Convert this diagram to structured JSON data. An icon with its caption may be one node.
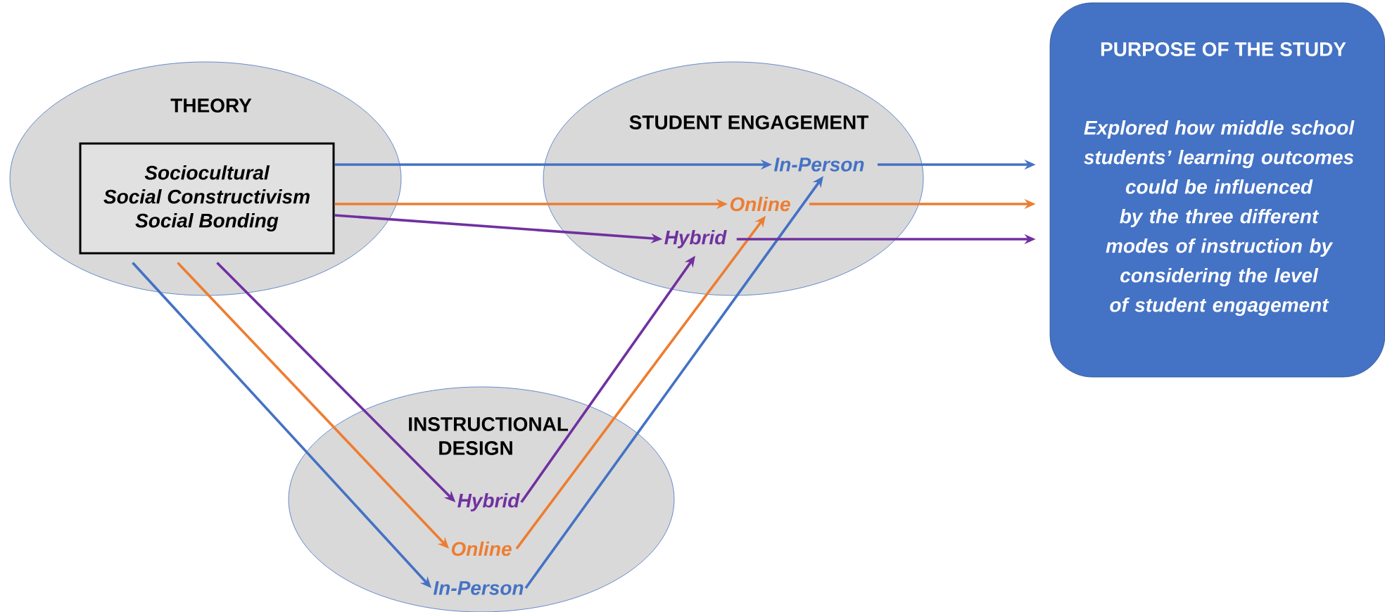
{
  "diagram": {
    "nodes": [
      {
        "text": [
          "THEORY"
        ]
      },
      {
        "text": [
          "Sociocultural",
          "Social Constructivism",
          "Social Bonding"
        ],
        "in": 0
      },
      {
        "text": [
          "STUDENT ENGAGEMENT"
        ]
      },
      {
        "text": [
          "In-Person"
        ],
        "in": 2
      },
      {
        "text": [
          "Online"
        ],
        "in": 2
      },
      {
        "text": [
          "Hybrid"
        ],
        "in": 2
      },
      {
        "text": [
          "INSTRUCTIONAL DESIGN"
        ]
      },
      {
        "text": [
          "Hybrid"
        ],
        "in": 6
      },
      {
        "text": [
          "Online"
        ],
        "in": 6
      },
      {
        "text": [
          "In-Person"
        ],
        "in": 6
      },
      {
        "text": [
          "PURPOSE OF THE STUDY",
          "Explored how middle school students’ learning outcomes could be influenced by the three different modes of instruction by considering the level of student engagement"
        ]
      }
    ],
    "edges": [
      {
        "from": 1,
        "to": 3,
        "arrow": "to",
        "color": "#4472c4"
      },
      {
        "from": 1,
        "to": 4,
        "arrow": "to",
        "color": "#ed7d31"
      },
      {
        "from": 1,
        "to": 5,
        "arrow": "to",
        "color": "#7030a0"
      },
      {
        "from": 1,
        "to": 9,
        "arrow": "to",
        "color": "#4472c4"
      },
      {
        "from": 1,
        "to": 8,
        "arrow": "to",
        "color": "#ed7d31"
      },
      {
        "from": 1,
        "to": 7,
        "arrow": "to",
        "color": "#7030a0"
      },
      {
        "from": 7,
        "to": 5,
        "arrow": "to",
        "color": "#7030a0"
      },
      {
        "from": 8,
        "to": 4,
        "arrow": "to",
        "color": "#ed7d31"
      },
      {
        "from": 9,
        "to": 3,
        "arrow": "to",
        "color": "#4472c4"
      },
      {
        "from": 3,
        "to": 10,
        "arrow": "to",
        "color": "#4472c4"
      },
      {
        "from": 4,
        "to": 10,
        "arrow": "to",
        "color": "#ed7d31"
      },
      {
        "from": 5,
        "to": 10,
        "arrow": "to",
        "color": "#7030a0"
      }
    ]
  }
}
